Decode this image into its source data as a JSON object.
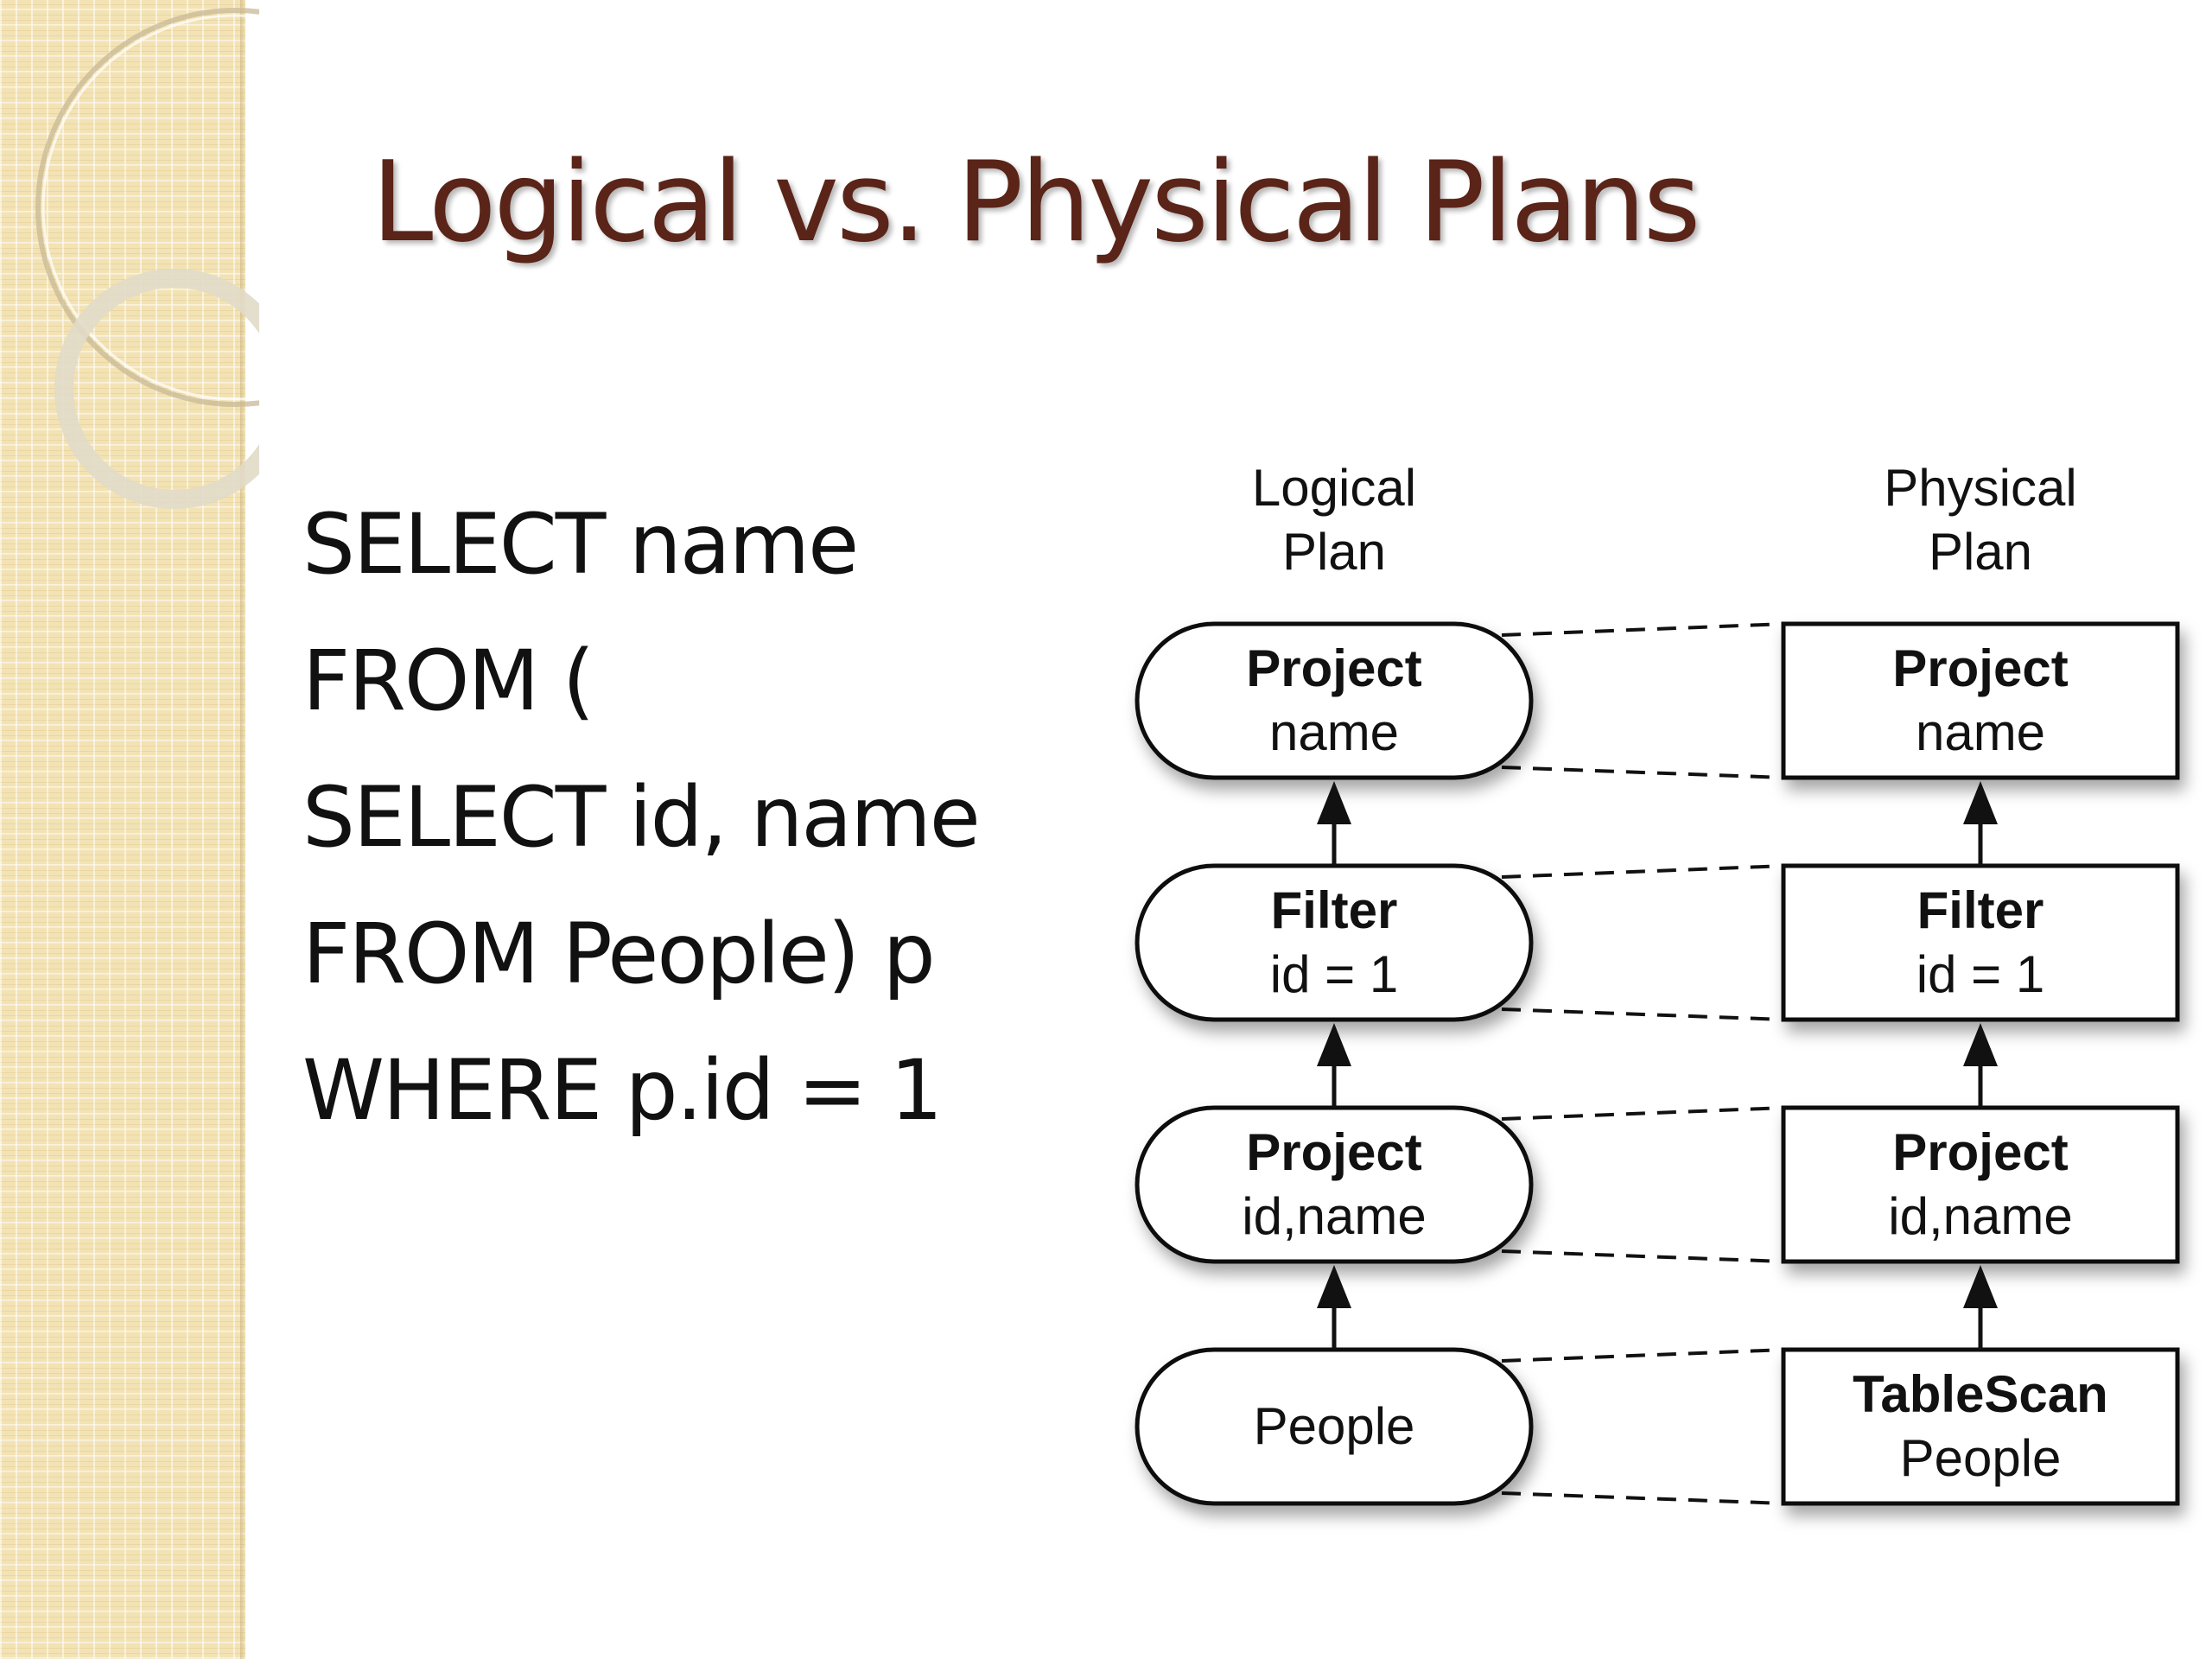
{
  "slide": {
    "title": "Logical vs. Physical Plans",
    "query_lines": [
      "SELECT name",
      "FROM (",
      "SELECT id, name",
      "FROM People) p",
      "WHERE p.id =  1"
    ]
  },
  "diagram": {
    "logical_header": "Logical\nPlan",
    "physical_header": "Physical\nPlan",
    "logical_nodes": [
      {
        "title": "Project",
        "detail": "name"
      },
      {
        "title": "Filter",
        "detail": "id = 1"
      },
      {
        "title": "Project",
        "detail": "id,name"
      },
      {
        "title": "",
        "detail": "People"
      }
    ],
    "physical_nodes": [
      {
        "title": "Project",
        "detail": "name"
      },
      {
        "title": "Filter",
        "detail": "id = 1"
      },
      {
        "title": "Project",
        "detail": "id,name"
      },
      {
        "title": "TableScan",
        "detail": "People"
      }
    ]
  },
  "colors": {
    "title": "#5a2418",
    "strip": "#f3e3b4",
    "text": "#111111"
  }
}
